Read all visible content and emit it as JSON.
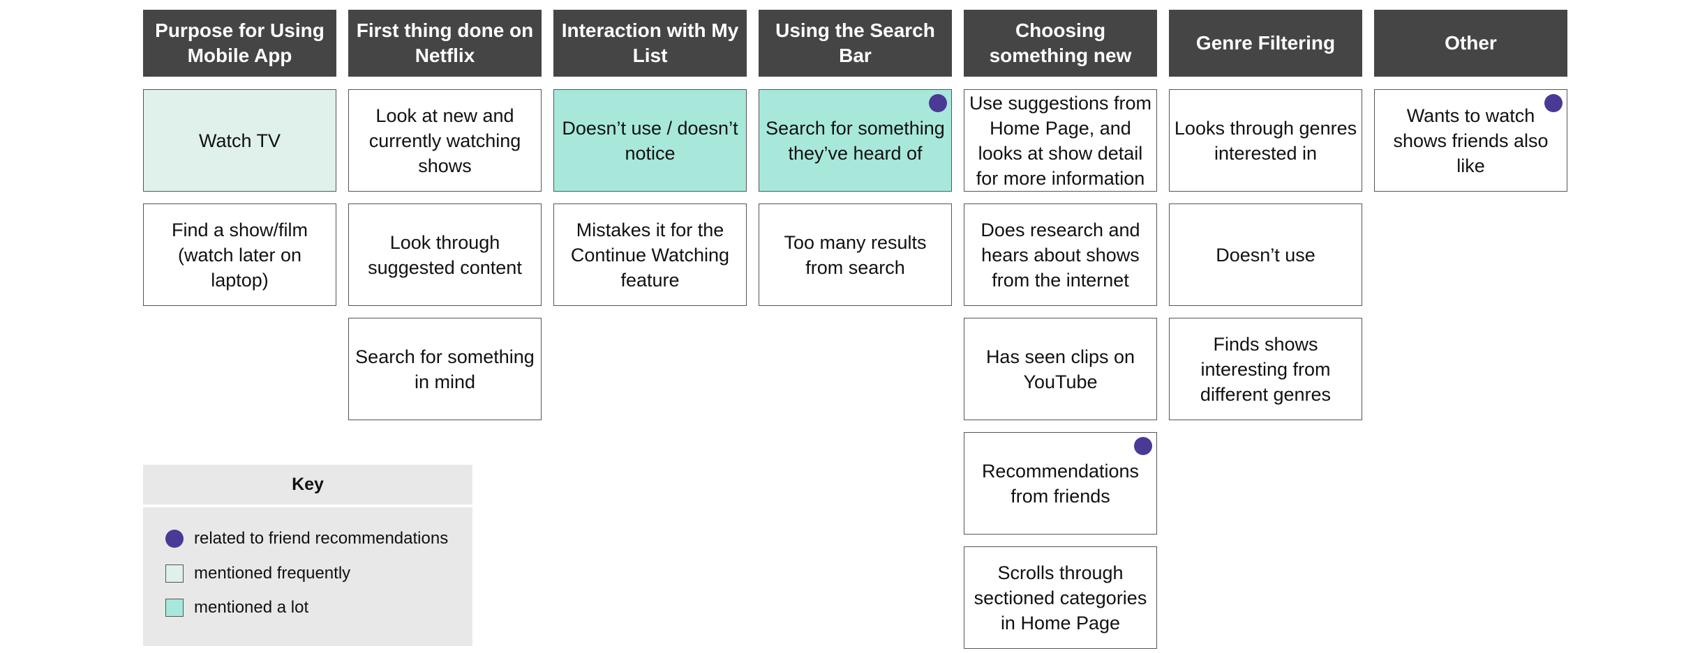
{
  "colors": {
    "header_bg": "#454545",
    "mentioned_frequently": "#dff1ea",
    "mentioned_a_lot": "#a8e8db",
    "friend_dot": "#4b3996"
  },
  "columns": [
    {
      "header": "Purpose for Using Mobile App",
      "cards": [
        {
          "text": "Watch TV",
          "level": "frequently",
          "dot": false
        },
        {
          "text": "Find a show/film (watch later on laptop)",
          "level": "none",
          "dot": false
        }
      ]
    },
    {
      "header": "First thing done on Netflix",
      "cards": [
        {
          "text": "Look at new and currently watching shows",
          "level": "none",
          "dot": false
        },
        {
          "text": "Look through suggested content",
          "level": "none",
          "dot": false
        },
        {
          "text": "Search for something in mind",
          "level": "none",
          "dot": false
        }
      ]
    },
    {
      "header": "Interaction with My List",
      "cards": [
        {
          "text": "Doesn’t use / doesn’t notice",
          "level": "a_lot",
          "dot": false
        },
        {
          "text": "Mistakes it for the Continue Watching feature",
          "level": "none",
          "dot": false
        }
      ]
    },
    {
      "header": "Using the Search Bar",
      "cards": [
        {
          "text": "Search for something they’ve heard of",
          "level": "a_lot",
          "dot": true
        },
        {
          "text": "Too many results from search",
          "level": "none",
          "dot": false
        }
      ]
    },
    {
      "header": "Choosing something new",
      "cards": [
        {
          "text": "Use suggestions from Home Page, and looks at show detail for more information",
          "level": "none",
          "dot": false
        },
        {
          "text": "Does research and hears about shows from the internet",
          "level": "none",
          "dot": false
        },
        {
          "text": "Has seen clips on YouTube",
          "level": "none",
          "dot": false
        },
        {
          "text": "Recommendations from friends",
          "level": "none",
          "dot": true
        },
        {
          "text": "Scrolls through sectioned categories in Home Page",
          "level": "none",
          "dot": false
        }
      ]
    },
    {
      "header": "Genre Filtering",
      "cards": [
        {
          "text": "Looks through genres interested in",
          "level": "none",
          "dot": false
        },
        {
          "text": "Doesn’t use",
          "level": "none",
          "dot": false
        },
        {
          "text": "Finds shows interesting from different genres",
          "level": "none",
          "dot": false
        }
      ]
    },
    {
      "header": "Other",
      "cards": [
        {
          "text": "Wants to watch shows friends also like",
          "level": "none",
          "dot": true
        }
      ]
    }
  ],
  "key": {
    "title": "Key",
    "items": [
      {
        "symbol": "circle",
        "label": "related to friend recommendations"
      },
      {
        "symbol": "sq-freq",
        "label": "mentioned frequently"
      },
      {
        "symbol": "sq-lot",
        "label": "mentioned a lot"
      }
    ]
  }
}
